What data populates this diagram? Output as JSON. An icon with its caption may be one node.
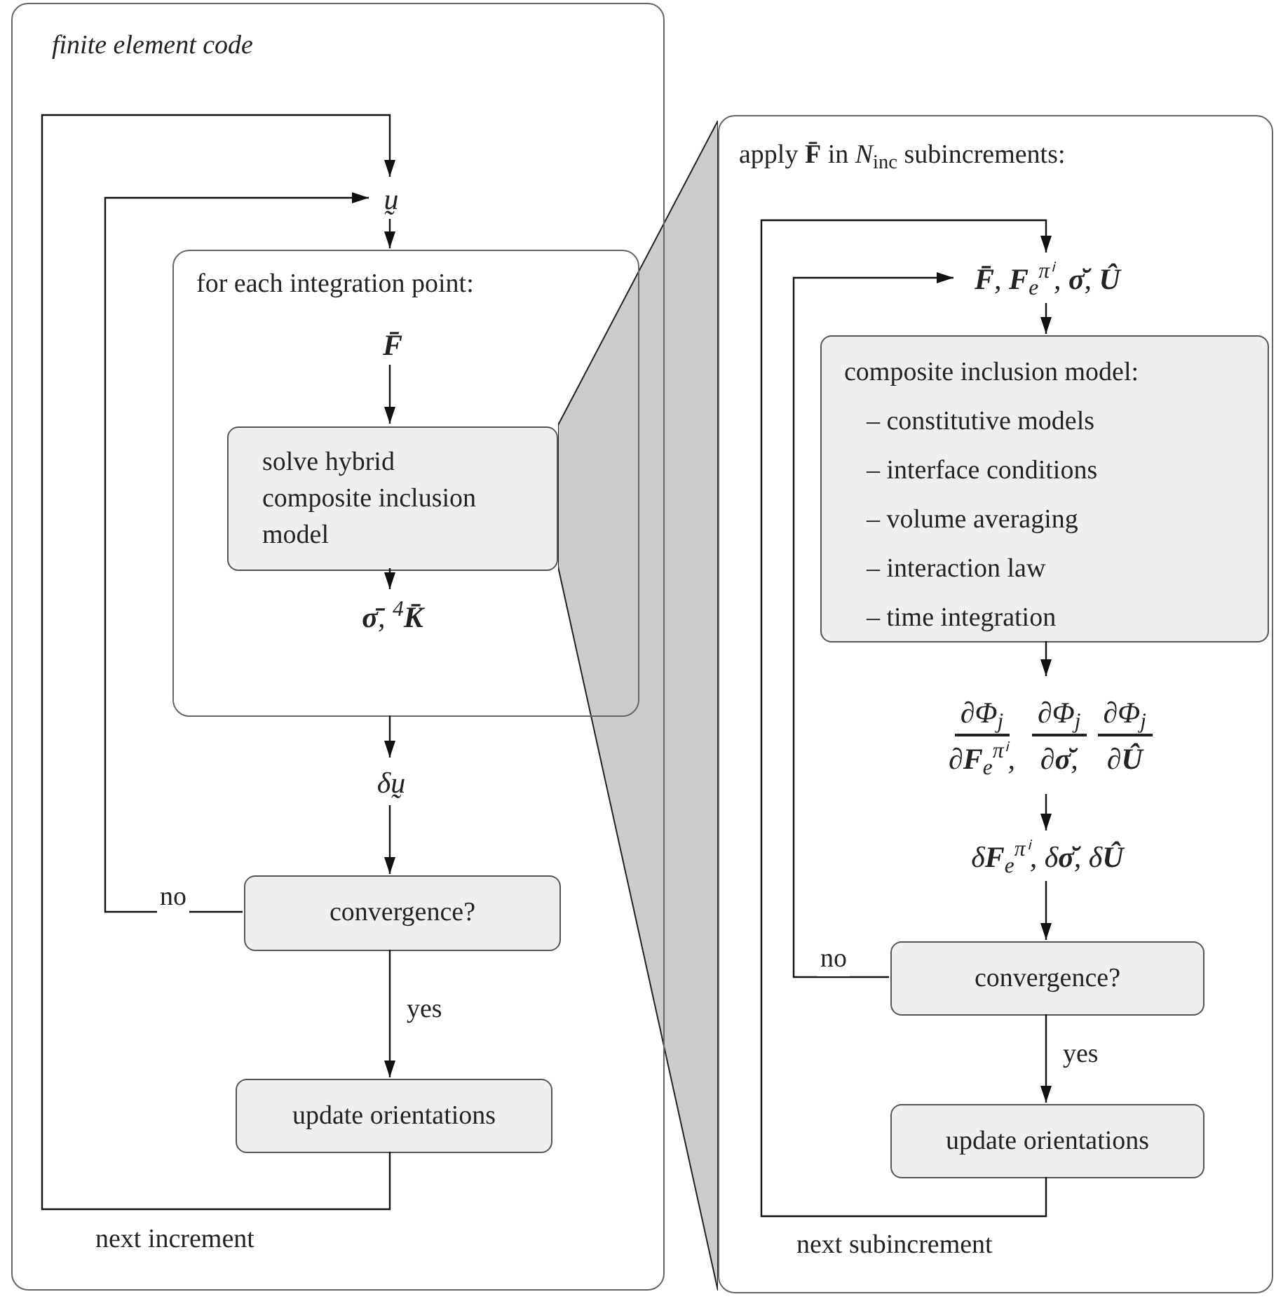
{
  "diagram": {
    "nodes": [
      {
        "text": [
          "finite element code"
        ]
      },
      {
        "text": [
          "ṵ"
        ],
        "in": 0
      },
      {
        "text": [
          "for each integration point:"
        ],
        "in": 0
      },
      {
        "text": [
          "F̄"
        ],
        "in": 2
      },
      {
        "text": [
          "solve hybrid composite inclusion model"
        ],
        "in": 2
      },
      {
        "text": [
          "**σ̄**, $^{4}$**K̄**"
        ],
        "in": 2
      },
      {
        "text": [
          "δṵ"
        ],
        "in": 0
      },
      {
        "text": [
          "convergence?"
        ],
        "in": 0
      },
      {
        "text": [
          "update orientations"
        ],
        "in": 0
      },
      {
        "text": [
          "apply **F̄** in *N*$_{inc}$ subincrements:"
        ]
      },
      {
        "text": [
          "**F̄**, **F**$_{e}$$^{πⁱ}$, **σ̆**, **Û**"
        ],
        "in": 9
      },
      {
        "text": [
          "composite inclusion model:",
          "– constitutive models",
          "– interface conditions",
          "– volume averaging",
          "– interaction law",
          "– time integration"
        ],
        "in": 9
      },
      {
        "text": [
          "∂Φ$_{j}$",
          "∂**F**$_{e}$$^{πⁱ}$,",
          "∂Φ$_{j}$",
          "∂**σ̆**,",
          "∂Φ$_{j}$",
          "∂**Û**"
        ],
        "in": 9
      },
      {
        "text": [
          "δ**F**$_{e}$$^{πⁱ}$, δ**σ̆**, δ**Û**"
        ],
        "in": 9
      },
      {
        "text": [
          "convergence?"
        ],
        "in": 9
      },
      {
        "text": [
          "update orientations"
        ],
        "in": 9
      },
      {
        "text": [],
        "shape": "wedge"
      }
    ],
    "edges": [
      {
        "from": 8,
        "to": 1,
        "arrow": "to",
        "label": "next increment"
      },
      {
        "from": 7,
        "to": 1,
        "arrow": "to",
        "label": "no"
      },
      {
        "from": 1,
        "to": 2,
        "arrow": "to"
      },
      {
        "from": 3,
        "to": 4,
        "arrow": "to"
      },
      {
        "from": 4,
        "to": 5,
        "arrow": "to"
      },
      {
        "from": 2,
        "to": 6,
        "arrow": "to"
      },
      {
        "from": 6,
        "to": 7,
        "arrow": "to"
      },
      {
        "from": 7,
        "to": 8,
        "arrow": "to",
        "label": "yes"
      },
      {
        "from": 15,
        "to": 10,
        "arrow": "to",
        "label": "next subincrement"
      },
      {
        "from": 14,
        "to": 10,
        "arrow": "to",
        "label": "no"
      },
      {
        "from": 10,
        "to": 11,
        "arrow": "to"
      },
      {
        "from": 11,
        "to": 12,
        "arrow": "to"
      },
      {
        "from": 12,
        "to": 13,
        "arrow": "to"
      },
      {
        "from": 13,
        "to": 14,
        "arrow": "to"
      },
      {
        "from": 14,
        "to": 15,
        "arrow": "to",
        "label": "yes"
      }
    ]
  }
}
